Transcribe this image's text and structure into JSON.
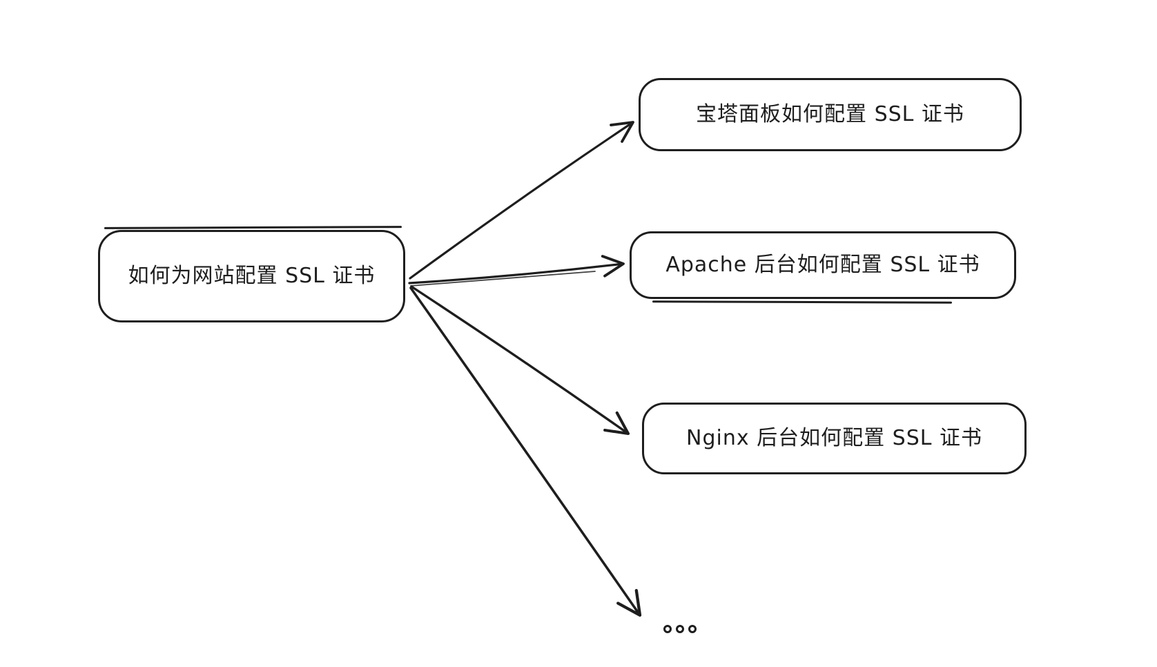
{
  "canvas": {
    "background_color": "#ffffff",
    "stroke_color": "#1e1e1e"
  },
  "diagram": {
    "root": {
      "label": "如何为网站配置 SSL 证书"
    },
    "children": [
      {
        "label": "宝塔面板如何配置 SSL 证书"
      },
      {
        "label": "Apache 后台如何配置 SSL 证书"
      },
      {
        "label": "Nginx 后台如何配置 SSL 证书"
      }
    ],
    "ellipsis": {
      "label": "。。。",
      "dots": 3
    }
  }
}
